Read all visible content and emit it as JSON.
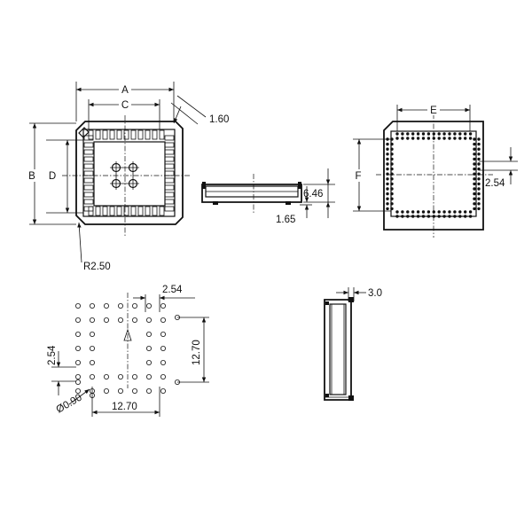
{
  "labels": {
    "a": "A",
    "b": "B",
    "c": "C",
    "d": "D",
    "e": "E",
    "f": "F",
    "chamfer": "1.60",
    "radius": "R2.50",
    "height": "6.46",
    "standoff": "1.65",
    "pitch_right": "2.54",
    "pitch_top": "2.54",
    "pitch_left": "2.54",
    "span_vertical": "12.70",
    "span_horizontal": "12.70",
    "hole_diameter": "Ø0.90",
    "wall": "3.0"
  },
  "colors": {
    "line": "#111111",
    "background": "#ffffff"
  }
}
